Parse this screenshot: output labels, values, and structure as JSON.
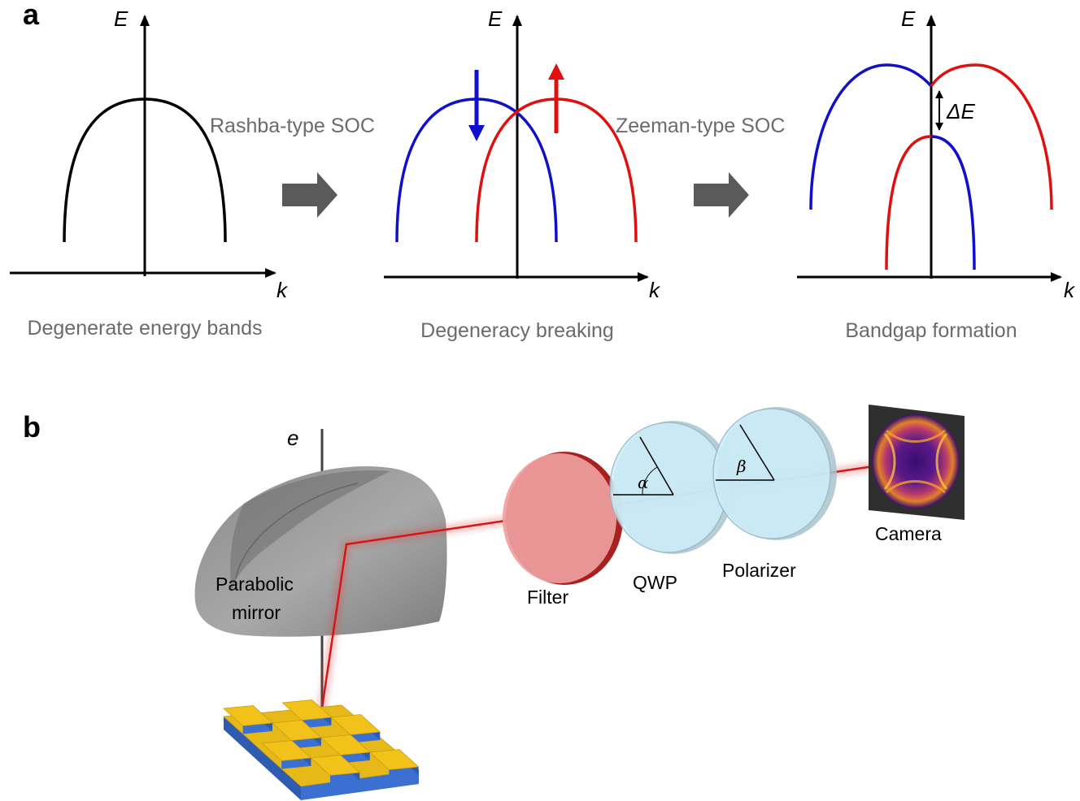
{
  "panel_a": {
    "label": "a",
    "steps": [
      {
        "caption": "Degenerate energy bands",
        "y_axis": "E",
        "x_axis": "k"
      },
      {
        "caption": "Degeneracy breaking",
        "y_axis": "E",
        "x_axis": "k"
      },
      {
        "caption": "Bandgap formation",
        "y_axis": "E",
        "x_axis": "k"
      }
    ],
    "transitions": [
      "Rashba-type SOC",
      "Zeeman-type SOC"
    ],
    "gap_label": "ΔE",
    "colors": {
      "band": "#000000",
      "spin_down": "#1010cc",
      "spin_up": "#e01010",
      "arrow": "#5a5a5a",
      "caption": "#6b6b6b"
    }
  },
  "panel_b": {
    "label": "b",
    "beam_label": "e",
    "components": {
      "mirror": "Parabolic\nmirror",
      "filter": "Filter",
      "qwp": "QWP",
      "polarizer": "Polarizer",
      "camera": "Camera"
    },
    "angles": {
      "qwp": "α",
      "polarizer": "β"
    },
    "colors": {
      "beam": "#d01818",
      "filter": "#f0a0a0",
      "optic": "#cdeefa",
      "mirror": "#9a9a9a",
      "sample_top": "#f2c21b",
      "sample_side": "#3b6fd1"
    }
  }
}
